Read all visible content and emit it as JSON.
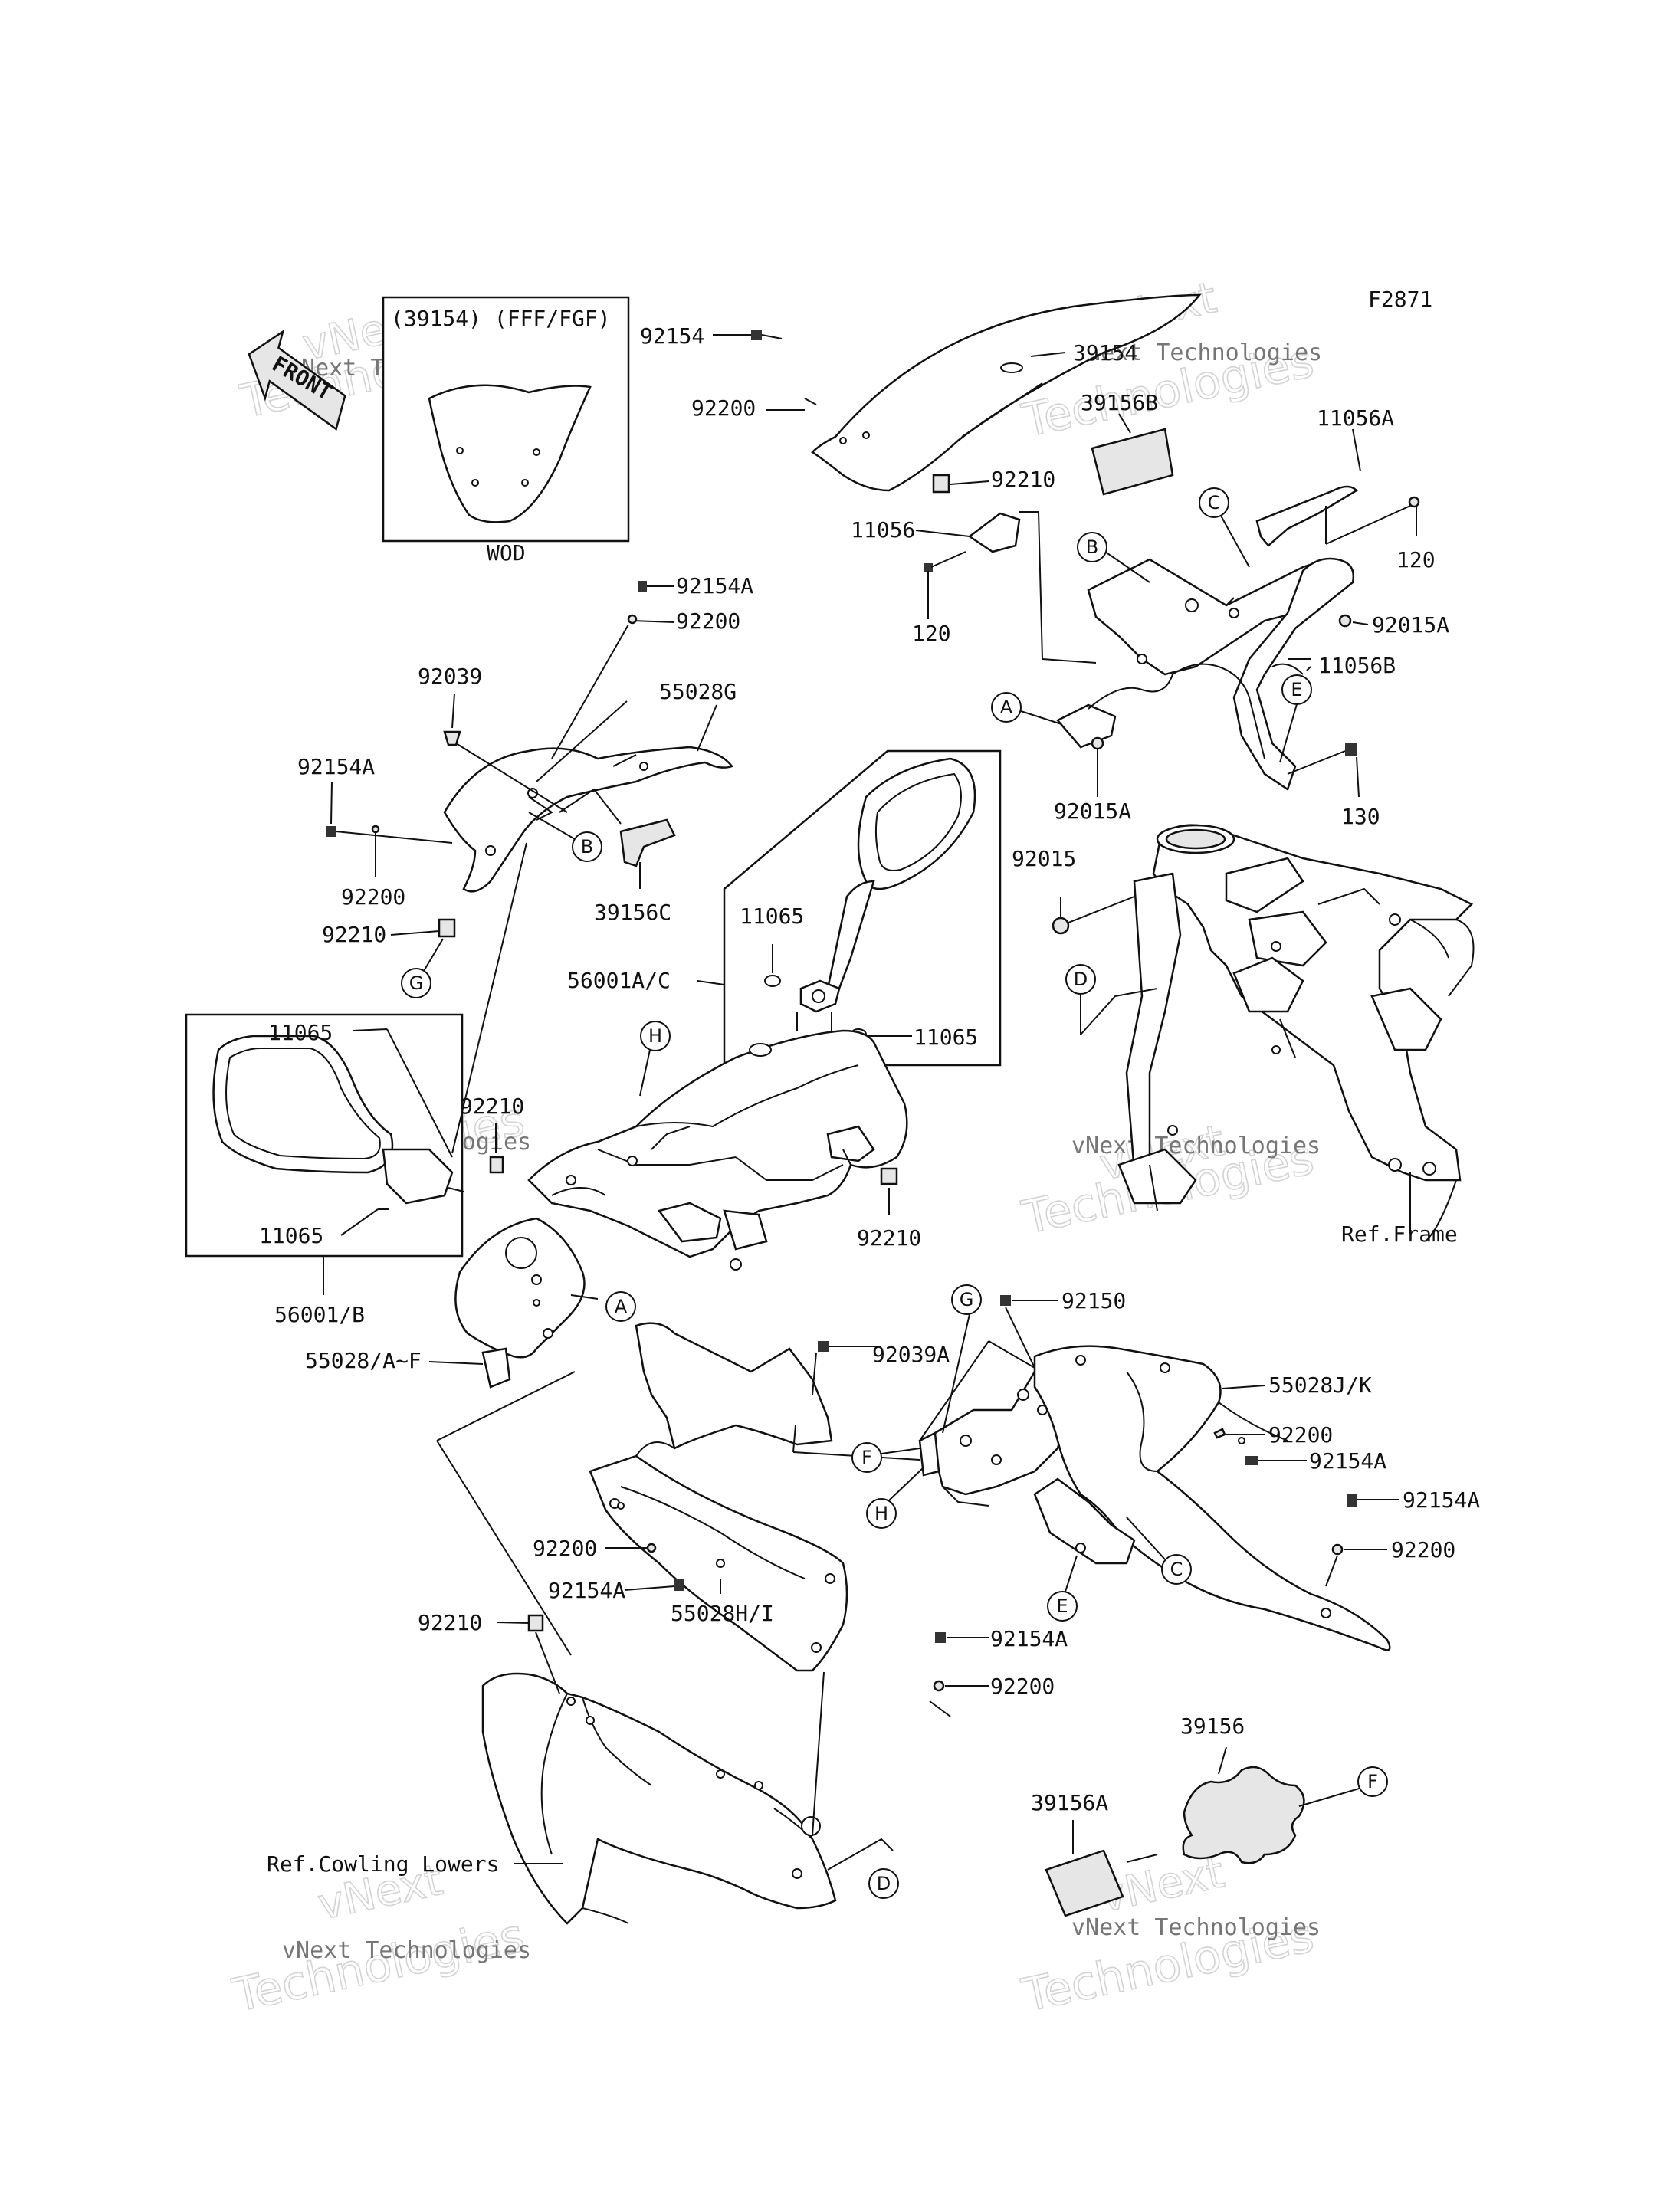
{
  "figure_id": "F2871",
  "front_label": "FRONT",
  "inset_top": {
    "title": "(39154) (FFF/FGF)",
    "caption": "WOD"
  },
  "watermark": {
    "brand": "vNext",
    "line2": "Technologies",
    "full": "vNext Technologies"
  },
  "refs": {
    "frame": "Ref.Frame",
    "cowling_lowers": "Ref.Cowling Lowers"
  },
  "callouts": {
    "A": "A",
    "B": "B",
    "C": "C",
    "D": "D",
    "E": "E",
    "F": "F",
    "G": "G",
    "H": "H"
  },
  "parts": {
    "p39154": "39154",
    "p92154": "92154",
    "p92200": "92200",
    "p39156B": "39156B",
    "p11056A": "11056A",
    "p92210": "92210",
    "p11056": "11056",
    "p120": "120",
    "p92015A": "92015A",
    "p11056B": "11056B",
    "p92154A": "92154A",
    "p92039": "92039",
    "p55028G": "55028G",
    "p39156C": "39156C",
    "p130": "130",
    "p92015": "92015",
    "p11065": "11065",
    "p56001AC": "56001A/C",
    "p56001B": "56001/B",
    "p55028AF": "55028/A~F",
    "p92150": "92150",
    "p92039A": "92039A",
    "p55028JK": "55028J/K",
    "p55028HI": "55028H/I",
    "p39156": "39156",
    "p39156A": "39156A"
  }
}
